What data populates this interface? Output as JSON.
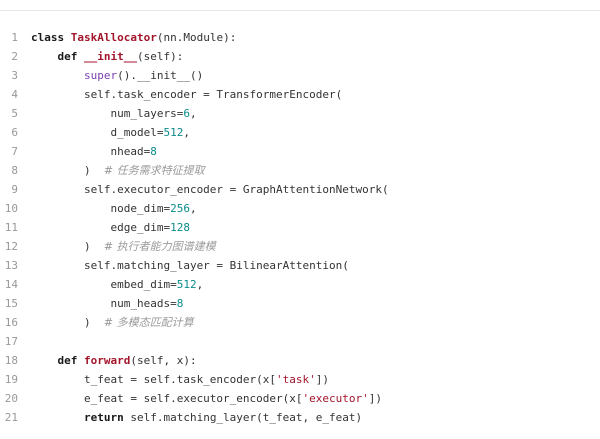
{
  "code": {
    "lines": [
      {
        "num": "1",
        "tokens": [
          {
            "t": "keyword",
            "v": "class "
          },
          {
            "t": "def",
            "v": "TaskAllocator"
          },
          {
            "t": "plain",
            "v": "(nn.Module):"
          }
        ]
      },
      {
        "num": "2",
        "tokens": [
          {
            "t": "plain",
            "v": "    "
          },
          {
            "t": "keyword",
            "v": "def "
          },
          {
            "t": "def",
            "v": "__init__"
          },
          {
            "t": "plain",
            "v": "(self):"
          }
        ]
      },
      {
        "num": "3",
        "tokens": [
          {
            "t": "plain",
            "v": "        "
          },
          {
            "t": "builtin",
            "v": "super"
          },
          {
            "t": "plain",
            "v": "().__init__()"
          }
        ]
      },
      {
        "num": "4",
        "tokens": [
          {
            "t": "plain",
            "v": "        self.task_encoder = TransformerEncoder("
          }
        ]
      },
      {
        "num": "5",
        "tokens": [
          {
            "t": "plain",
            "v": "            num_layers="
          },
          {
            "t": "number",
            "v": "6"
          },
          {
            "t": "plain",
            "v": ","
          }
        ]
      },
      {
        "num": "6",
        "tokens": [
          {
            "t": "plain",
            "v": "            d_model="
          },
          {
            "t": "number",
            "v": "512"
          },
          {
            "t": "plain",
            "v": ","
          }
        ]
      },
      {
        "num": "7",
        "tokens": [
          {
            "t": "plain",
            "v": "            nhead="
          },
          {
            "t": "number",
            "v": "8"
          }
        ]
      },
      {
        "num": "8",
        "tokens": [
          {
            "t": "plain",
            "v": "        )  "
          },
          {
            "t": "comment",
            "v": "# 任务需求特征提取"
          }
        ]
      },
      {
        "num": "9",
        "tokens": [
          {
            "t": "plain",
            "v": "        self.executor_encoder = GraphAttentionNetwork("
          }
        ]
      },
      {
        "num": "10",
        "tokens": [
          {
            "t": "plain",
            "v": "            node_dim="
          },
          {
            "t": "number",
            "v": "256"
          },
          {
            "t": "plain",
            "v": ","
          }
        ]
      },
      {
        "num": "11",
        "tokens": [
          {
            "t": "plain",
            "v": "            edge_dim="
          },
          {
            "t": "number",
            "v": "128"
          }
        ]
      },
      {
        "num": "12",
        "tokens": [
          {
            "t": "plain",
            "v": "        )  "
          },
          {
            "t": "comment",
            "v": "# 执行者能力图谱建模"
          }
        ]
      },
      {
        "num": "13",
        "tokens": [
          {
            "t": "plain",
            "v": "        self.matching_layer = BilinearAttention("
          }
        ]
      },
      {
        "num": "14",
        "tokens": [
          {
            "t": "plain",
            "v": "            embed_dim="
          },
          {
            "t": "number",
            "v": "512"
          },
          {
            "t": "plain",
            "v": ","
          }
        ]
      },
      {
        "num": "15",
        "tokens": [
          {
            "t": "plain",
            "v": "            num_heads="
          },
          {
            "t": "number",
            "v": "8"
          }
        ]
      },
      {
        "num": "16",
        "tokens": [
          {
            "t": "plain",
            "v": "        )  "
          },
          {
            "t": "comment",
            "v": "# 多模态匹配计算"
          }
        ]
      },
      {
        "num": "17",
        "tokens": []
      },
      {
        "num": "18",
        "tokens": [
          {
            "t": "plain",
            "v": "    "
          },
          {
            "t": "keyword",
            "v": "def "
          },
          {
            "t": "def",
            "v": "forward"
          },
          {
            "t": "plain",
            "v": "(self, x):"
          }
        ]
      },
      {
        "num": "19",
        "tokens": [
          {
            "t": "plain",
            "v": "        t_feat = self.task_encoder(x["
          },
          {
            "t": "string",
            "v": "'task'"
          },
          {
            "t": "plain",
            "v": "])"
          }
        ]
      },
      {
        "num": "20",
        "tokens": [
          {
            "t": "plain",
            "v": "        e_feat = self.executor_encoder(x["
          },
          {
            "t": "string",
            "v": "'executor'"
          },
          {
            "t": "plain",
            "v": "])"
          }
        ]
      },
      {
        "num": "21",
        "tokens": [
          {
            "t": "plain",
            "v": "        "
          },
          {
            "t": "keyword",
            "v": "return "
          },
          {
            "t": "plain",
            "v": "self.matching_layer(t_feat, e_feat)"
          }
        ]
      }
    ]
  }
}
